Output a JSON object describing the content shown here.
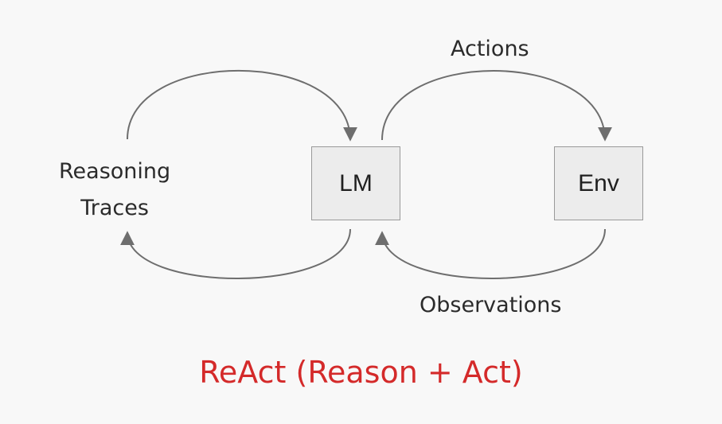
{
  "nodes": {
    "lm": "LM",
    "env": "Env"
  },
  "labels": {
    "reasoning_line1": "Reasoning",
    "reasoning_line2": "Traces",
    "actions": "Actions",
    "observations": "Observations"
  },
  "title": "ReAct (Reason + Act)",
  "colors": {
    "title": "#d42a2a",
    "arrow": "#6e6e6e",
    "box_fill": "#ececec",
    "box_border": "#9a9a9a",
    "background": "#f8f8f8"
  }
}
